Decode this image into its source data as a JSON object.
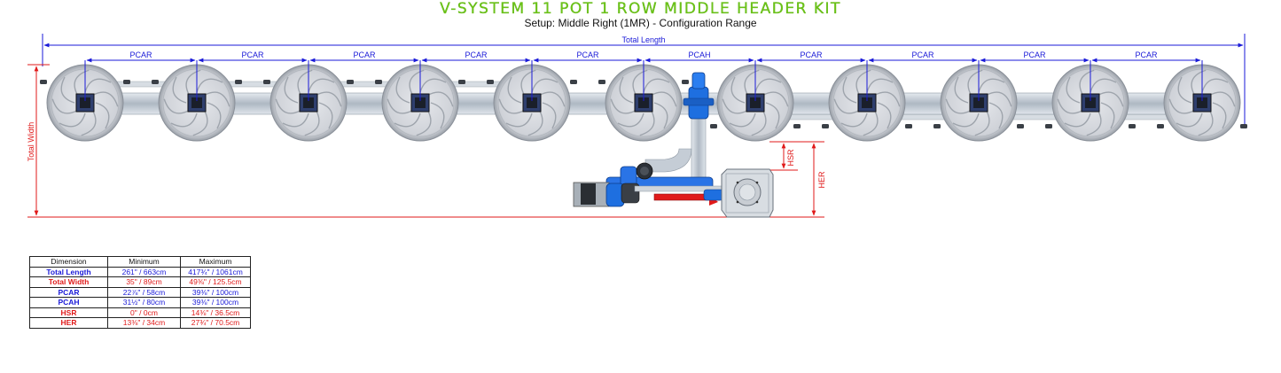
{
  "header": {
    "title": "V-SYSTEM 11 POT 1 ROW MIDDLE HEADER KIT",
    "subtitle": "Setup: Middle Right (1MR) - Configuration Range"
  },
  "diagram": {
    "total_length_label": "Total Length",
    "total_width_label": "Total Width",
    "hsr_label": "HSR",
    "her_label": "HER",
    "spacing_labels": [
      "PCAR",
      "PCAR",
      "PCAR",
      "PCAR",
      "PCAR",
      "PCAH",
      "PCAR",
      "PCAR",
      "PCAR",
      "PCAR"
    ],
    "pot_count": 11,
    "colors": {
      "title_green": "#6cc417",
      "dimension_blue": "#1a1ad8",
      "dimension_red": "#e01a1a",
      "pot_grey": "#c9ccd2",
      "pipe_grey": "#b9c2cc",
      "fitting_blue": "#1e6fe0"
    }
  },
  "table": {
    "headers": [
      "Dimension",
      "Minimum",
      "Maximum"
    ],
    "rows": [
      {
        "name": "Total Length",
        "min": "261\" / 663cm",
        "max": "417¾\" / 1061cm",
        "color": "blue"
      },
      {
        "name": "Total Width",
        "min": "35\" / 89cm",
        "max": "49⅜\" / 125.5cm",
        "color": "red"
      },
      {
        "name": "PCAR",
        "min": "22⅞\" / 58cm",
        "max": "39⅜\" / 100cm",
        "color": "blue"
      },
      {
        "name": "PCAH",
        "min": "31½\" / 80cm",
        "max": "39⅜\" / 100cm",
        "color": "blue"
      },
      {
        "name": "HSR",
        "min": "0\" / 0cm",
        "max": "14⅜\" / 36.5cm",
        "color": "red"
      },
      {
        "name": "HER",
        "min": "13⅜\" / 34cm",
        "max": "27¾\" / 70.5cm",
        "color": "red"
      }
    ]
  }
}
